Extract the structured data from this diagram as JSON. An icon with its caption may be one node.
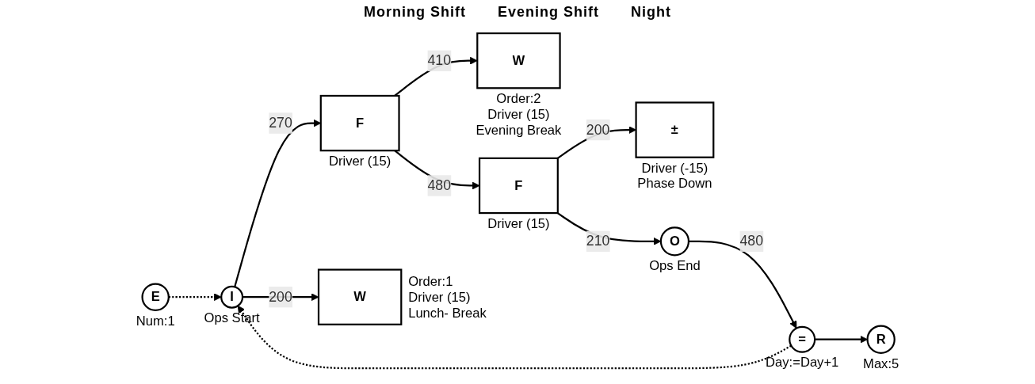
{
  "diagram": {
    "nodes": [
      {
        "text": [
          "E"
        ],
        "beside": [
          "Num:1"
        ]
      },
      {
        "text": [
          "I"
        ],
        "beside": [
          "Ops Start"
        ]
      },
      {
        "text": [
          "F"
        ],
        "beside": [
          "Driver (15)"
        ]
      },
      {
        "text": [
          "W"
        ],
        "beside": [
          "Order:1",
          "Driver (15)",
          "Lunch- Break"
        ]
      },
      {
        "text": [
          "W"
        ],
        "beside": [
          "Order:2",
          "Driver (15)",
          "Evening Break"
        ]
      },
      {
        "text": [
          "F"
        ],
        "beside": [
          "Driver (15)"
        ]
      },
      {
        "text": [
          "±"
        ],
        "beside": [
          "Driver (-15)",
          "Phase Down"
        ]
      },
      {
        "text": [
          "O"
        ],
        "beside": [
          "Ops End"
        ]
      },
      {
        "text": [
          "="
        ],
        "beside": [
          "Day:=Day+1"
        ]
      },
      {
        "text": [
          "R"
        ],
        "beside": [
          "Max:5"
        ]
      }
    ],
    "edges": [
      {
        "from": 0,
        "to": 1,
        "arrow": "to",
        "style": "dashed"
      },
      {
        "from": 1,
        "to": 2,
        "arrow": "to",
        "label": "270"
      },
      {
        "from": 1,
        "to": 3,
        "arrow": "to",
        "label": "200"
      },
      {
        "from": 2,
        "to": 4,
        "arrow": "to",
        "label": "410"
      },
      {
        "from": 2,
        "to": 5,
        "arrow": "to",
        "label": "480"
      },
      {
        "from": 5,
        "to": 6,
        "arrow": "to",
        "label": "200"
      },
      {
        "from": 5,
        "to": 7,
        "arrow": "to",
        "label": "210"
      },
      {
        "from": 7,
        "to": 8,
        "arrow": "to",
        "label": "480"
      },
      {
        "from": 8,
        "to": 1,
        "arrow": "to",
        "style": "dashed"
      },
      {
        "from": 8,
        "to": 9,
        "arrow": "to"
      }
    ],
    "labels": [
      "Morning Shift",
      "Evening Shift",
      "Night"
    ]
  }
}
